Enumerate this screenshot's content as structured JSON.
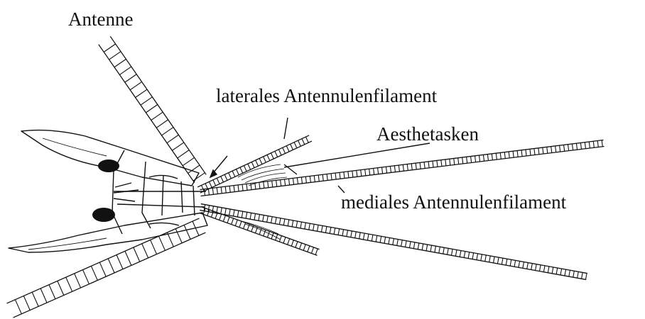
{
  "labels": {
    "antenne": "Antenne",
    "lateral_filament": "laterales Antennulenfilament",
    "aesthetasken": "Aesthetasken",
    "medial_filament": "mediales Antennulenfilament"
  },
  "colors": {
    "ink": "#111111",
    "paper": "#ffffff"
  }
}
